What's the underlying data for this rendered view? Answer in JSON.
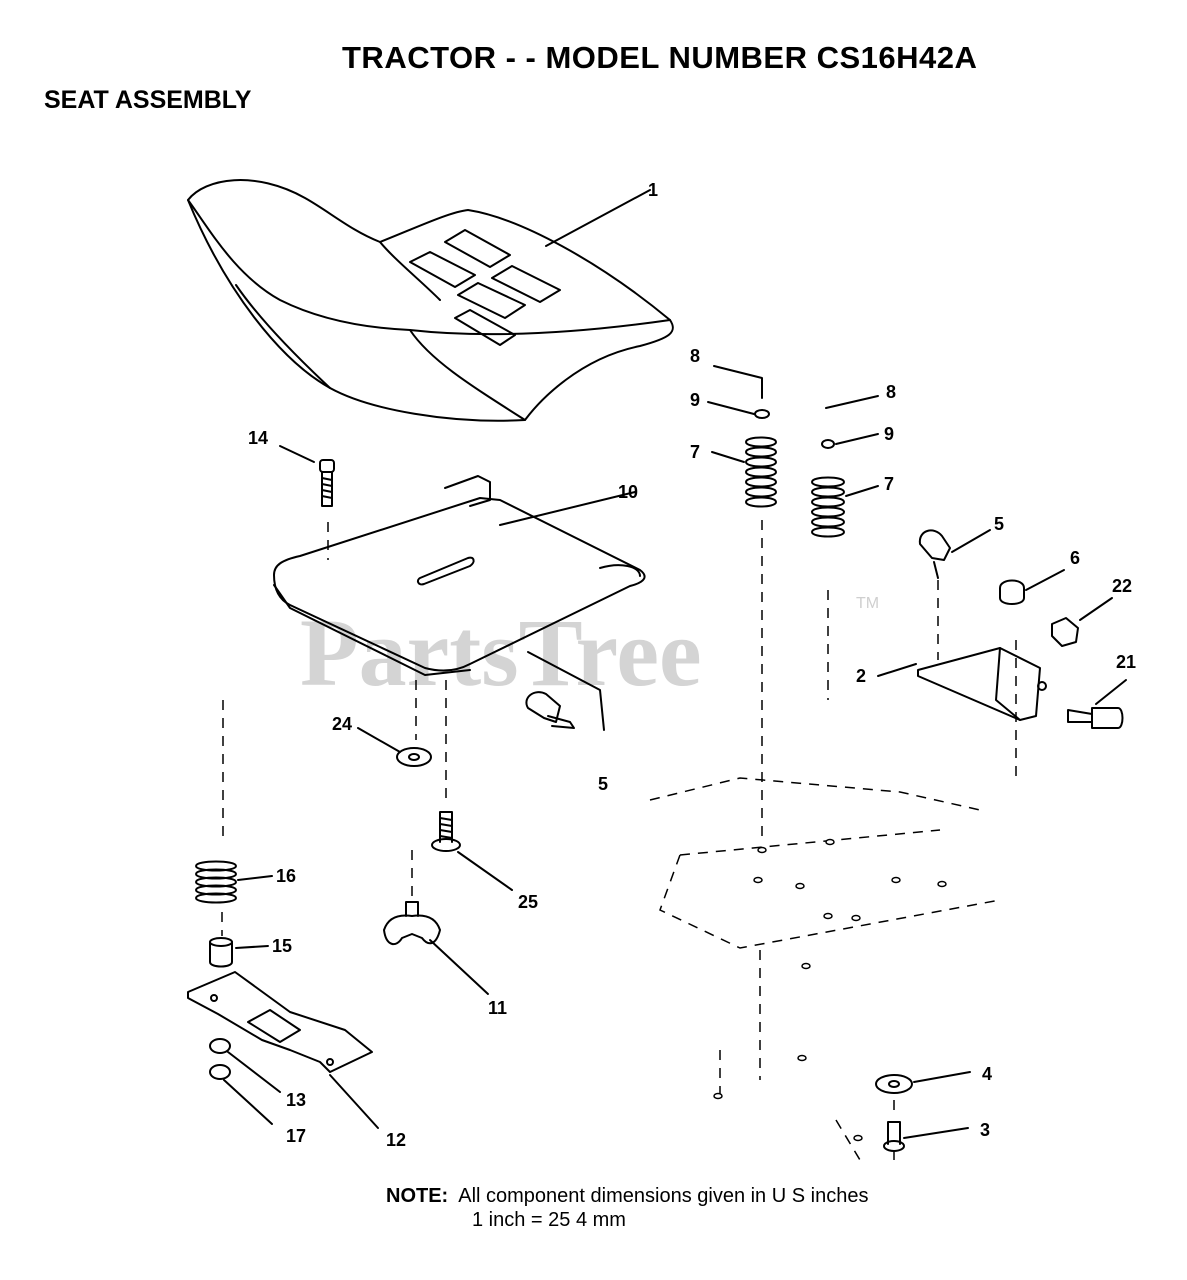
{
  "title": "TRACTOR - - MODEL NUMBER CS16H42A",
  "subtitle": "SEAT ASSEMBLY",
  "watermark": "PartsTree",
  "watermark_tm": "TM",
  "note": {
    "label": "NOTE:",
    "line1": "All component dimensions given in U S  inches",
    "line2": "1 inch = 25 4 mm"
  },
  "callouts": {
    "c1": "1",
    "c2": "2",
    "c3": "3",
    "c4": "4",
    "c5a": "5",
    "c5b": "5",
    "c6": "6",
    "c7a": "7",
    "c7b": "7",
    "c8a": "8",
    "c8b": "8",
    "c9a": "9",
    "c9b": "9",
    "c10": "10",
    "c11": "11",
    "c12": "12",
    "c13": "13",
    "c14": "14",
    "c15": "15",
    "c16": "16",
    "c17": "17",
    "c21": "21",
    "c22": "22",
    "c24": "24",
    "c25": "25"
  }
}
